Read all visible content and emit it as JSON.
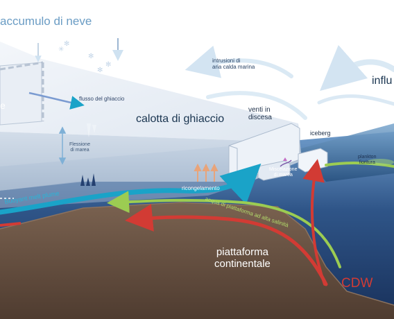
{
  "labels": {
    "snow_accumulation": "accumulo di neve",
    "ice_flow": "flusso del ghiaccio",
    "tidal_flexure_line1": "Flessione",
    "tidal_flexure_line2": "di marea",
    "ice_cap": "calotta di ghiaccio",
    "warm_air_line1": "intrusioni di",
    "warm_air_line2": "aria calda marina",
    "katabatic_line1": "venti in",
    "katabatic_line2": "discesa",
    "iceberg": "iceberg",
    "influx_partial": "influ",
    "plankton_line1": "plankton",
    "plankton_line2": "fioritura",
    "tidal_mixing_line1": "Miscelazione",
    "tidal_mixing_line2": "di marea",
    "refreezing": "ricongelamento",
    "buoyant_plume": "Buoyant melt plume",
    "hssw": "acqua di piattaforma ad alta salinità",
    "shelf_line1": "piattaforma",
    "shelf_line2": "continentale",
    "cdw": "CDW",
    "left_edge_partial": "e"
  },
  "colors": {
    "sky": "#ffffff",
    "ice_top": "#e8eef5",
    "ice_front": "#c7d3e2",
    "ocean_light": "#5e8fbd",
    "ocean_deep": "#1f3c68",
    "seabed": "#6e5847",
    "cdw": "#d23b34",
    "hssw": "#9ccc52",
    "plume": "#1aa3c8",
    "text_light": "#6a9cc4"
  },
  "icons": [
    "snowflake-icon",
    "arrow-icon"
  ]
}
